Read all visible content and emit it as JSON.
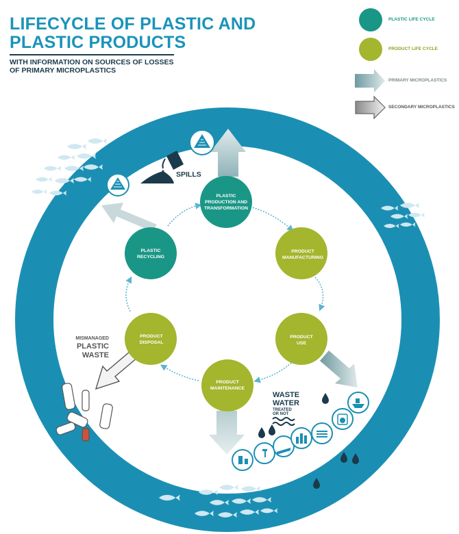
{
  "header": {
    "title_line1": "LIFECYCLE OF PLASTIC AND",
    "title_line2": "PLASTIC PRODUCTS",
    "subtitle_line1": "WITH INFORMATION ON SOURCES OF LOSSES",
    "subtitle_line2": "OF PRIMARY MICROPLASTICS"
  },
  "legend": {
    "plastic_life_cycle": "PLASTIC LIFE CYCLE",
    "product_life_cycle": "PRODUCT LIFE CYCLE",
    "primary_microplastics": "PRIMARY MICROPLASTICS",
    "secondary_microplastics": "SECONDARY MICROPLASTICS"
  },
  "nodes": {
    "production": [
      "PLASTIC",
      "PRODUCTION AND",
      "TRANSFORMATION"
    ],
    "manufacturing": [
      "PRODUCT",
      "MANUFACTURING"
    ],
    "use": [
      "PRODUCT",
      "USE"
    ],
    "maintenance": [
      "PRODUCT",
      "MAINTENANCE"
    ],
    "disposal": [
      "PRODUCT",
      "DISPOSAL"
    ],
    "recycling": [
      "PLASTIC",
      "RECYCLING"
    ]
  },
  "annotations": {
    "spills": "SPILLS",
    "mismanaged_1": "MISMANAGED",
    "mismanaged_2": "PLASTIC",
    "mismanaged_3": "WASTE",
    "waste_1": "WASTE",
    "waste_2": "WATER",
    "treated_1": "TREATED",
    "treated_2": "OR NOT"
  },
  "colors": {
    "ocean": "#1b8fb3",
    "plastic_cycle": "#1a9686",
    "product_cycle": "#a4b52e",
    "title": "#1a93ba",
    "dark": "#1b3a4b"
  }
}
